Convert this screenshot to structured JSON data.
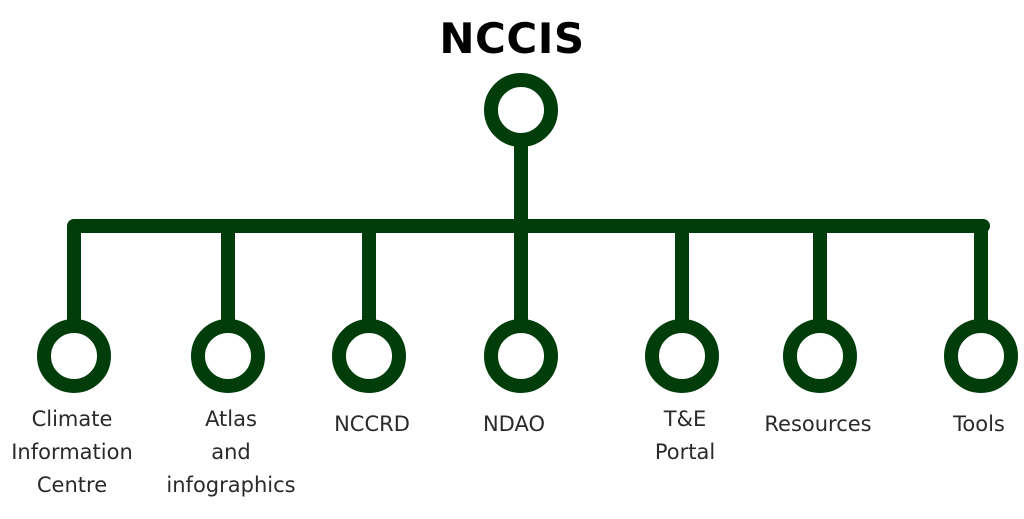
{
  "title": "NCCIS",
  "colors": {
    "line": "#003d0a",
    "node_fill": "#ffffff",
    "text": "#2a2a2a"
  },
  "children": [
    {
      "label": "Climate\nInformation\nCentre"
    },
    {
      "label": "Atlas\nand\ninfographics"
    },
    {
      "label": "NCCRD"
    },
    {
      "label": "NDAO"
    },
    {
      "label": "T&E\nPortal"
    },
    {
      "label": "Resources"
    },
    {
      "label": "Tools"
    }
  ]
}
